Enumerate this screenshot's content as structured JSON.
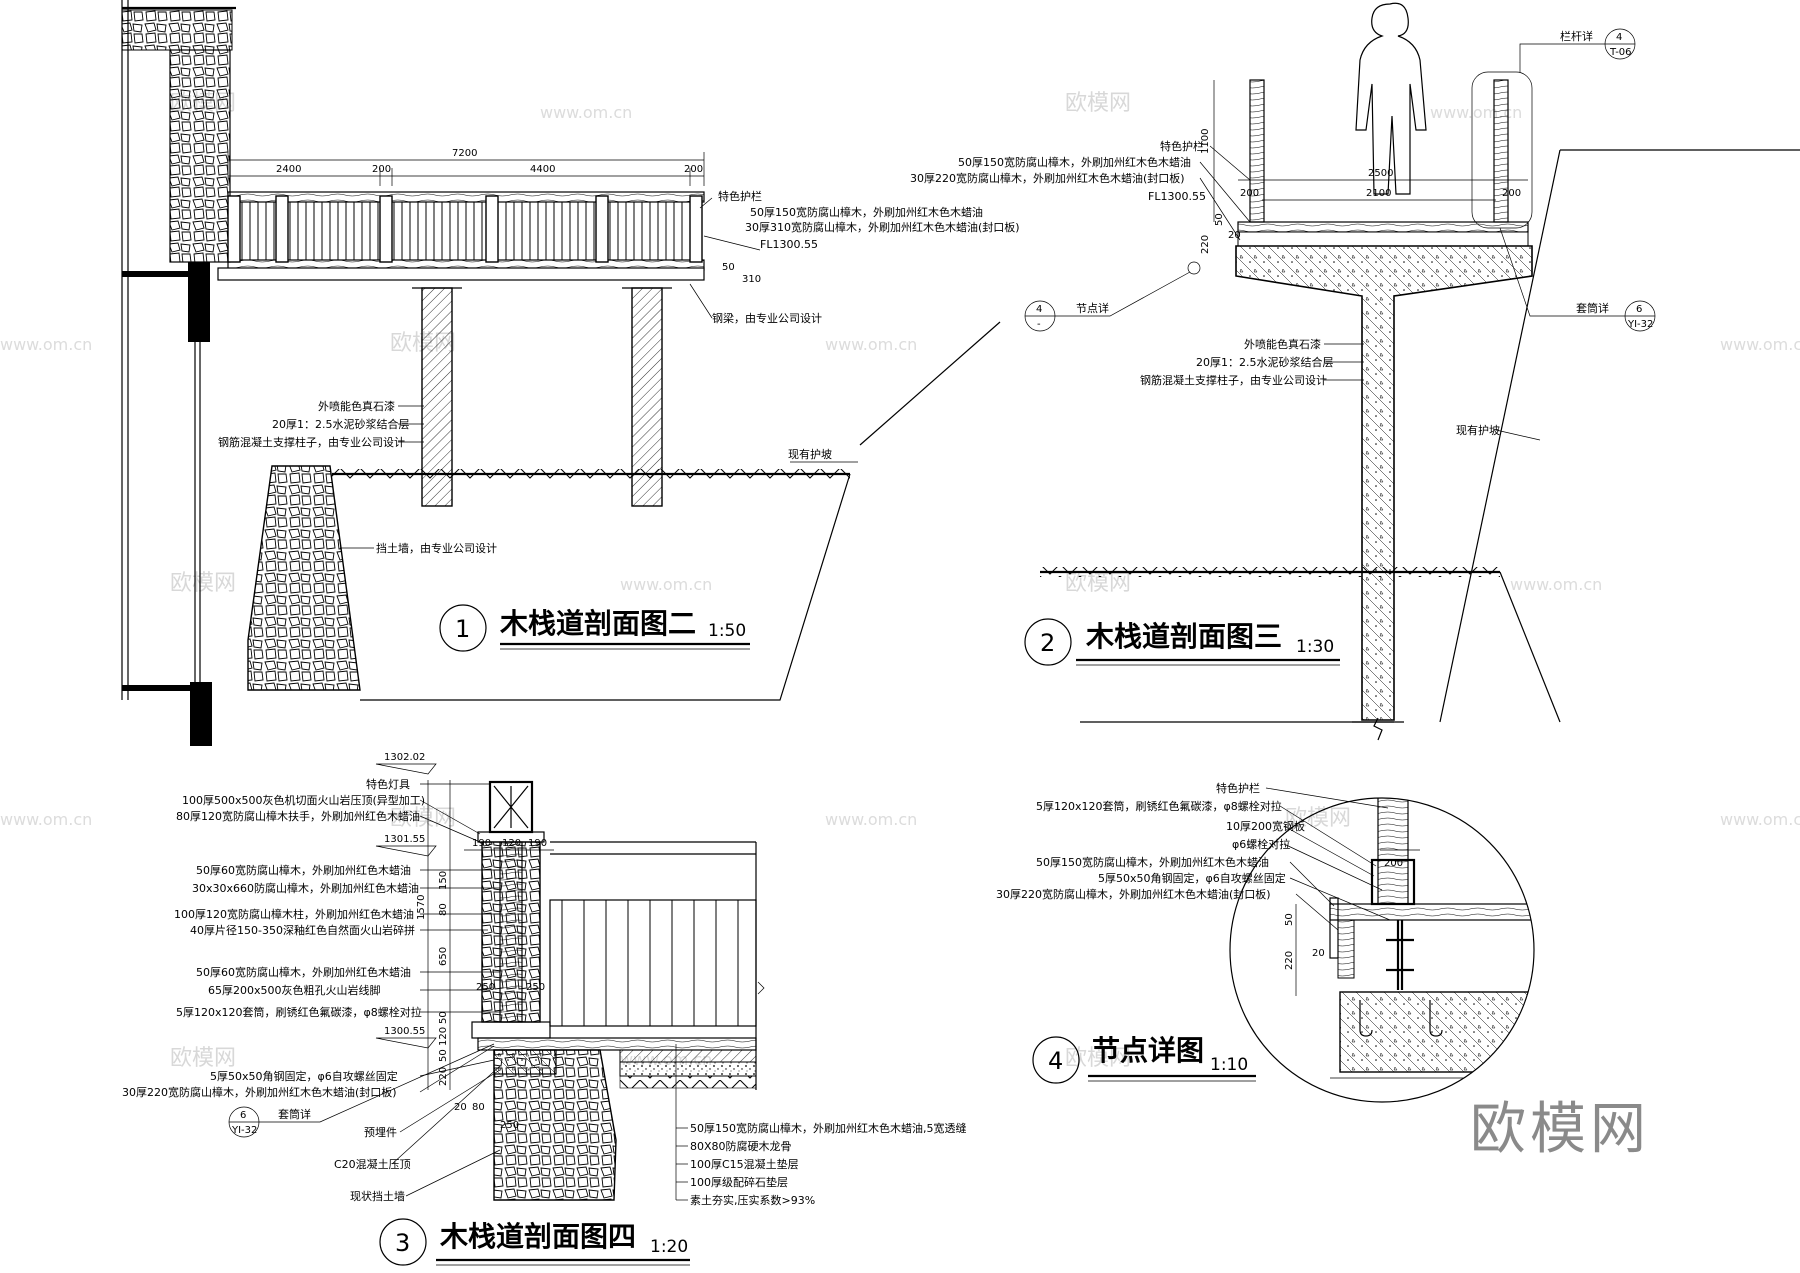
{
  "watermarks": {
    "site_brand": "欧模网",
    "site_url": "www.om.cn",
    "big_brand": "欧模网"
  },
  "section1": {
    "number": "1",
    "title": "木栈道剖面图二",
    "scale": "1:50",
    "dims": {
      "total": "7200",
      "d1": "2400",
      "d2": "200",
      "d3": "4400",
      "d4": "200",
      "d5": "50",
      "d6": "310"
    },
    "labels": {
      "railing": "特色护栏",
      "handrail": "50厚150宽防腐山樟木，外刷加州红木色木蜡油",
      "edge_board": "30厚310宽防腐山樟木，外刷加州红木色木蜡油(封口板)",
      "level": "FL1300.55",
      "steel_beam": "钢梁，由专业公司设计",
      "paint": "外喷能色真石漆",
      "mortar": "20厚1：2.5水泥砂浆结合层",
      "column": "钢筋混凝土支撑柱子，由专业公司设计",
      "slope": "现有护坡",
      "retaining_wall": "挡土墙，由专业公司设计"
    }
  },
  "section2": {
    "number": "2",
    "title": "木栈道剖面图三",
    "scale": "1:30",
    "dims": {
      "h1": "1100",
      "w1": "2500",
      "w2": "2100",
      "a": "200",
      "b": "200",
      "c": "220",
      "d": "50",
      "e": "20"
    },
    "labels": {
      "railing_ref": "栏杆详",
      "railing_ref_num": "4",
      "railing_ref_sheet": "T-06",
      "railing": "特色护栏",
      "plank": "50厚150宽防腐山樟木，外刷加州红木色木蜡油",
      "edge_board": "30厚220宽防腐山樟木，外刷加州红木色木蜡油(封口板)",
      "level": "FL1300.55",
      "node_ref": "节点详",
      "node_ref_num": "4",
      "node_ref_sheet": "-",
      "sleeve_ref": "套筒详",
      "sleeve_ref_num": "6",
      "sleeve_ref_sheet": "YI-32",
      "paint": "外喷能色真石漆",
      "mortar": "20厚1：2.5水泥砂浆结合层",
      "column": "钢筋混凝土支撑柱子，由专业公司设计",
      "slope": "现有护坡"
    }
  },
  "section3": {
    "number": "3",
    "title": "木栈道剖面图四",
    "scale": "1:20",
    "levels": {
      "top": "1302.02",
      "mid": "1301.55",
      "low": "1300.55"
    },
    "dims": {
      "w1": "190",
      "w2": "120",
      "w3": "190",
      "h1": "150",
      "h2": "80",
      "h3": "1570",
      "h4": "650",
      "h5": "250",
      "h6": "250",
      "h7": "50",
      "h8": "120",
      "h9": "50",
      "h10": "220",
      "h11": "20",
      "h12": "80",
      "h13": "250"
    },
    "labels_left": [
      "特色灯具",
      "100厚500x500灰色机切面火山岩压顶(异型加工)",
      "80厚120宽防腐山樟木扶手，外刷加州红色木蜡油",
      "50厚60宽防腐山樟木，外刷加州红色木蜡油",
      "30x30x660防腐山樟木，外刷加州红色木蜡油",
      "100厚120宽防腐山樟木柱，外刷加州红色木蜡油",
      "40厚片径150-350深釉红色自然面火山岩碎拼",
      "50厚60宽防腐山樟木，外刷加州红色木蜡油",
      "65厚200x500灰色粗孔火山岩线脚",
      "5厚120x120套筒，刷锈红色氟碳漆，φ8螺栓对拉",
      "5厚50x50角钢固定，φ6自攻螺丝固定",
      "30厚220宽防腐山樟木，外刷加州红木色木蜡油(封口板)",
      "套筒详",
      "预埋件",
      "C20混凝土压顶",
      "现状挡土墙"
    ],
    "sleeve_ref_num": "6",
    "sleeve_ref_sheet": "YI-32",
    "labels_right": [
      "50厚150宽防腐山樟木，外刷加州红木色木蜡油,5宽透缝",
      "80X80防腐硬木龙骨",
      "100厚C15混凝土垫层",
      "100厚级配碎石垫层",
      "素土夯实,压实系数>93%"
    ]
  },
  "section4": {
    "number": "4",
    "title": "节点详图",
    "scale": "1:10",
    "dims": {
      "a": "200",
      "b": "50",
      "c": "20",
      "d": "220"
    },
    "labels": [
      "特色护栏",
      "5厚120x120套筒，刷锈红色氟碳漆，φ8螺栓对拉",
      "10厚200宽钢板",
      "φ6螺栓对拉",
      "50厚150宽防腐山樟木，外刷加州红木色木蜡油",
      "5厚50x50角钢固定，φ6自攻螺丝固定",
      "30厚220宽防腐山樟木，外刷加州红木色木蜡油(封口板)"
    ]
  }
}
